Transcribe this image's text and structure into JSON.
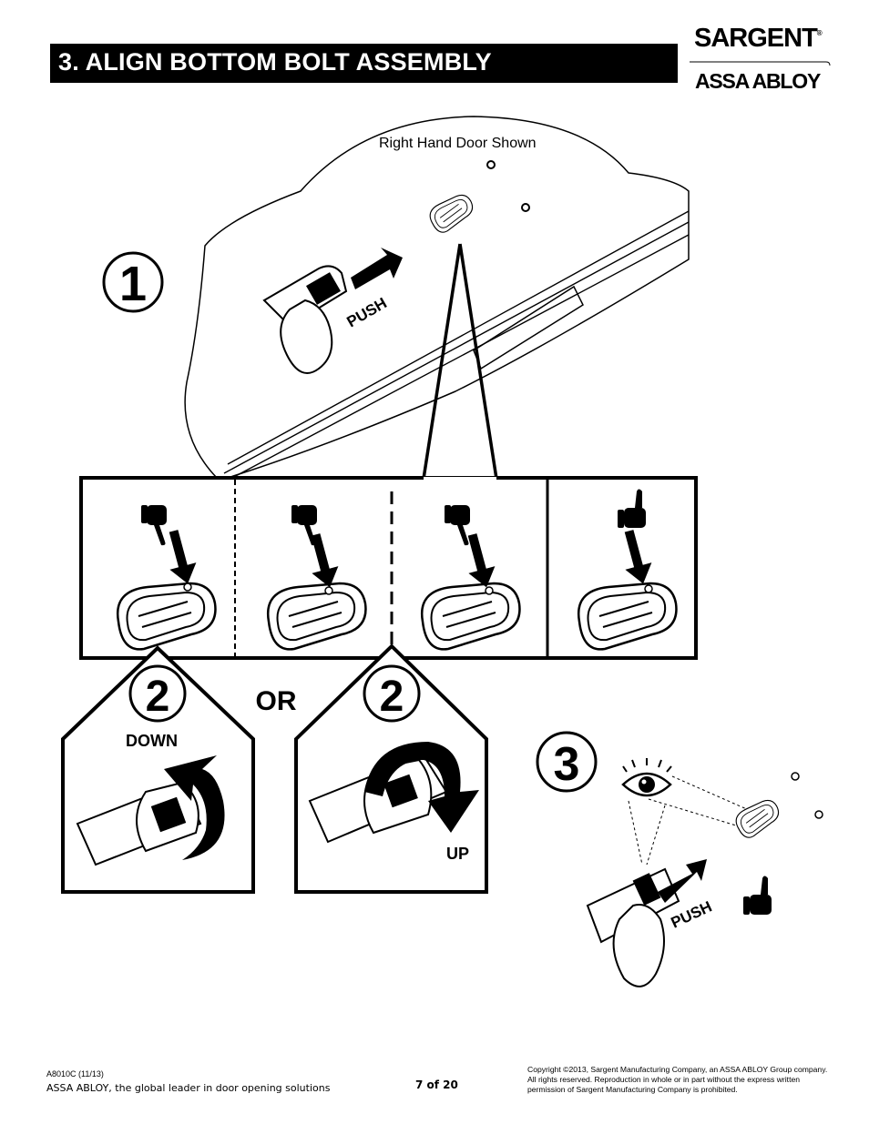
{
  "header": {
    "title": "3.  ALIGN BOTTOM BOLT ASSEMBLY",
    "logo_brand": "SARGENT",
    "logo_reg": "®",
    "logo_parent": "ASSA ABLOY"
  },
  "illustration": {
    "caption": "Right Hand Door Shown",
    "step1": "1",
    "step2_left": "2",
    "step2_right": "2",
    "step3": "3",
    "push_label_1": "PUSH",
    "push_label_3": "PUSH",
    "or_label": "OR",
    "down_label": "DOWN",
    "up_label": "UP",
    "panel_icons": [
      "thumbs-down-icon",
      "thumbs-down-icon",
      "thumbs-down-icon",
      "thumbs-up-icon"
    ]
  },
  "footer": {
    "doc_number": "A8010C (11/13)",
    "tagline": "ASSA ABLOY, the global leader in door opening solutions",
    "page": "7 of 20",
    "copyright": "Copyright ©2013, Sargent Manufacturing Company, an ASSA ABLOY Group company. All rights reserved. Reproduction in whole or in part without the express written permission of Sargent Manufacturing Company is prohibited."
  }
}
